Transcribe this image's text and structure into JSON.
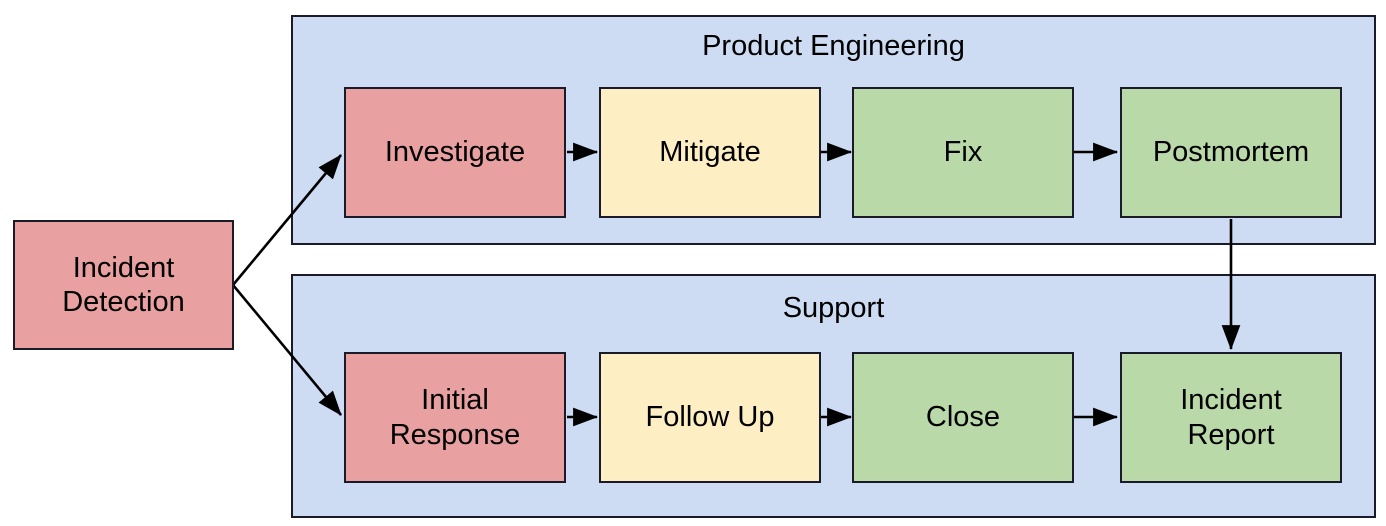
{
  "diagram": {
    "title_text": "",
    "colors": {
      "lane_fill": "#cddcf3",
      "stroke": "#1a1a28",
      "red": "#e8a0a0",
      "cream": "#fdeec4",
      "green": "#b9d9a8",
      "background": "#ffffff"
    },
    "lanes": [
      {
        "id": "product-engineering",
        "label": "Product Engineering"
      },
      {
        "id": "support",
        "label": "Support"
      }
    ],
    "nodes": [
      {
        "id": "incident-detection",
        "label": "Incident\nDetection",
        "line1": "Incident",
        "line2": "Detection",
        "color": "red",
        "lane": "none"
      },
      {
        "id": "investigate",
        "label": "Investigate",
        "line1": "Investigate",
        "line2": "",
        "color": "red",
        "lane": "product-engineering"
      },
      {
        "id": "mitigate",
        "label": "Mitigate",
        "line1": "Mitigate",
        "line2": "",
        "color": "cream",
        "lane": "product-engineering"
      },
      {
        "id": "fix",
        "label": "Fix",
        "line1": "Fix",
        "line2": "",
        "color": "green",
        "lane": "product-engineering"
      },
      {
        "id": "postmortem",
        "label": "Postmortem",
        "line1": "Postmortem",
        "line2": "",
        "color": "green",
        "lane": "product-engineering"
      },
      {
        "id": "initial-response",
        "label": "Initial\nResponse",
        "line1": "Initial",
        "line2": "Response",
        "color": "red",
        "lane": "support"
      },
      {
        "id": "follow-up",
        "label": "Follow Up",
        "line1": "Follow Up",
        "line2": "",
        "color": "cream",
        "lane": "support"
      },
      {
        "id": "close",
        "label": "Close",
        "line1": "Close",
        "line2": "",
        "color": "green",
        "lane": "support"
      },
      {
        "id": "incident-report",
        "label": "Incident\nReport",
        "line1": "Incident",
        "line2": "Report",
        "color": "green",
        "lane": "support"
      }
    ],
    "edges": [
      {
        "from": "incident-detection",
        "to": "investigate",
        "label": ""
      },
      {
        "from": "incident-detection",
        "to": "initial-response",
        "label": ""
      },
      {
        "from": "investigate",
        "to": "mitigate",
        "label": ""
      },
      {
        "from": "mitigate",
        "to": "fix",
        "label": ""
      },
      {
        "from": "fix",
        "to": "postmortem",
        "label": ""
      },
      {
        "from": "postmortem",
        "to": "incident-report",
        "label": ""
      },
      {
        "from": "initial-response",
        "to": "follow-up",
        "label": ""
      },
      {
        "from": "follow-up",
        "to": "close",
        "label": ""
      },
      {
        "from": "close",
        "to": "incident-report",
        "label": ""
      }
    ]
  }
}
